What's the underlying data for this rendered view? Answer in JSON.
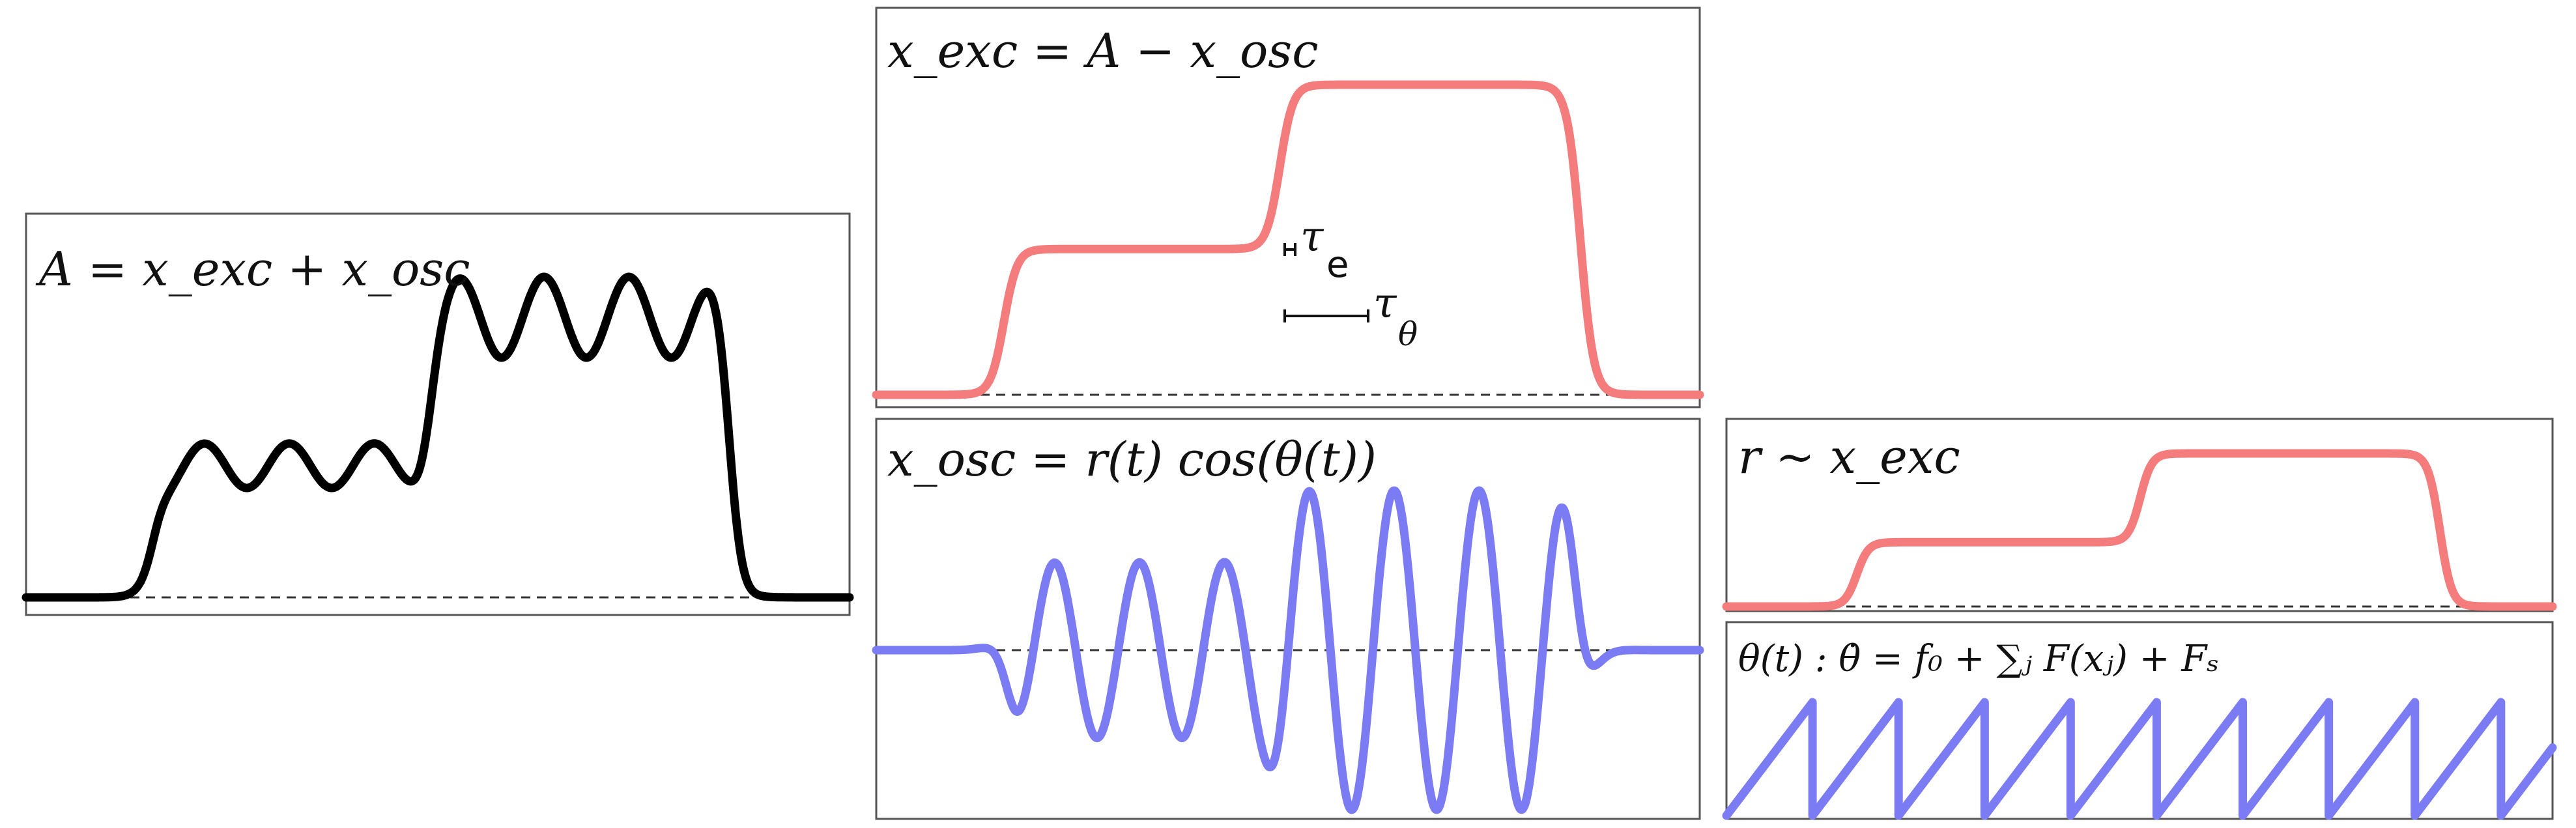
{
  "panels": {
    "total": {
      "label": "A = x_exc + x_osc"
    },
    "excitatory": {
      "label": "x_exc = A − x_osc"
    },
    "oscillatory": {
      "label": "x_osc = r(t) cos(θ(t))"
    },
    "amplitude": {
      "label": "r ~ x_exc"
    },
    "phase": {
      "label": "θ(t) : θ̇ = f₀ + ∑ⱼ F(xⱼ) + Fₛ"
    }
  },
  "annotations": {
    "tau_e": {
      "symbol": "τ",
      "subscript": "e"
    },
    "tau_theta": {
      "symbol": "τ",
      "subscript": "θ"
    }
  },
  "colors": {
    "total": "#000000",
    "excitatory": "#f47c7c",
    "oscillatory": "#7b7bf4",
    "amplitude": "#f47c7c",
    "phase": "#7b7bf4"
  }
}
